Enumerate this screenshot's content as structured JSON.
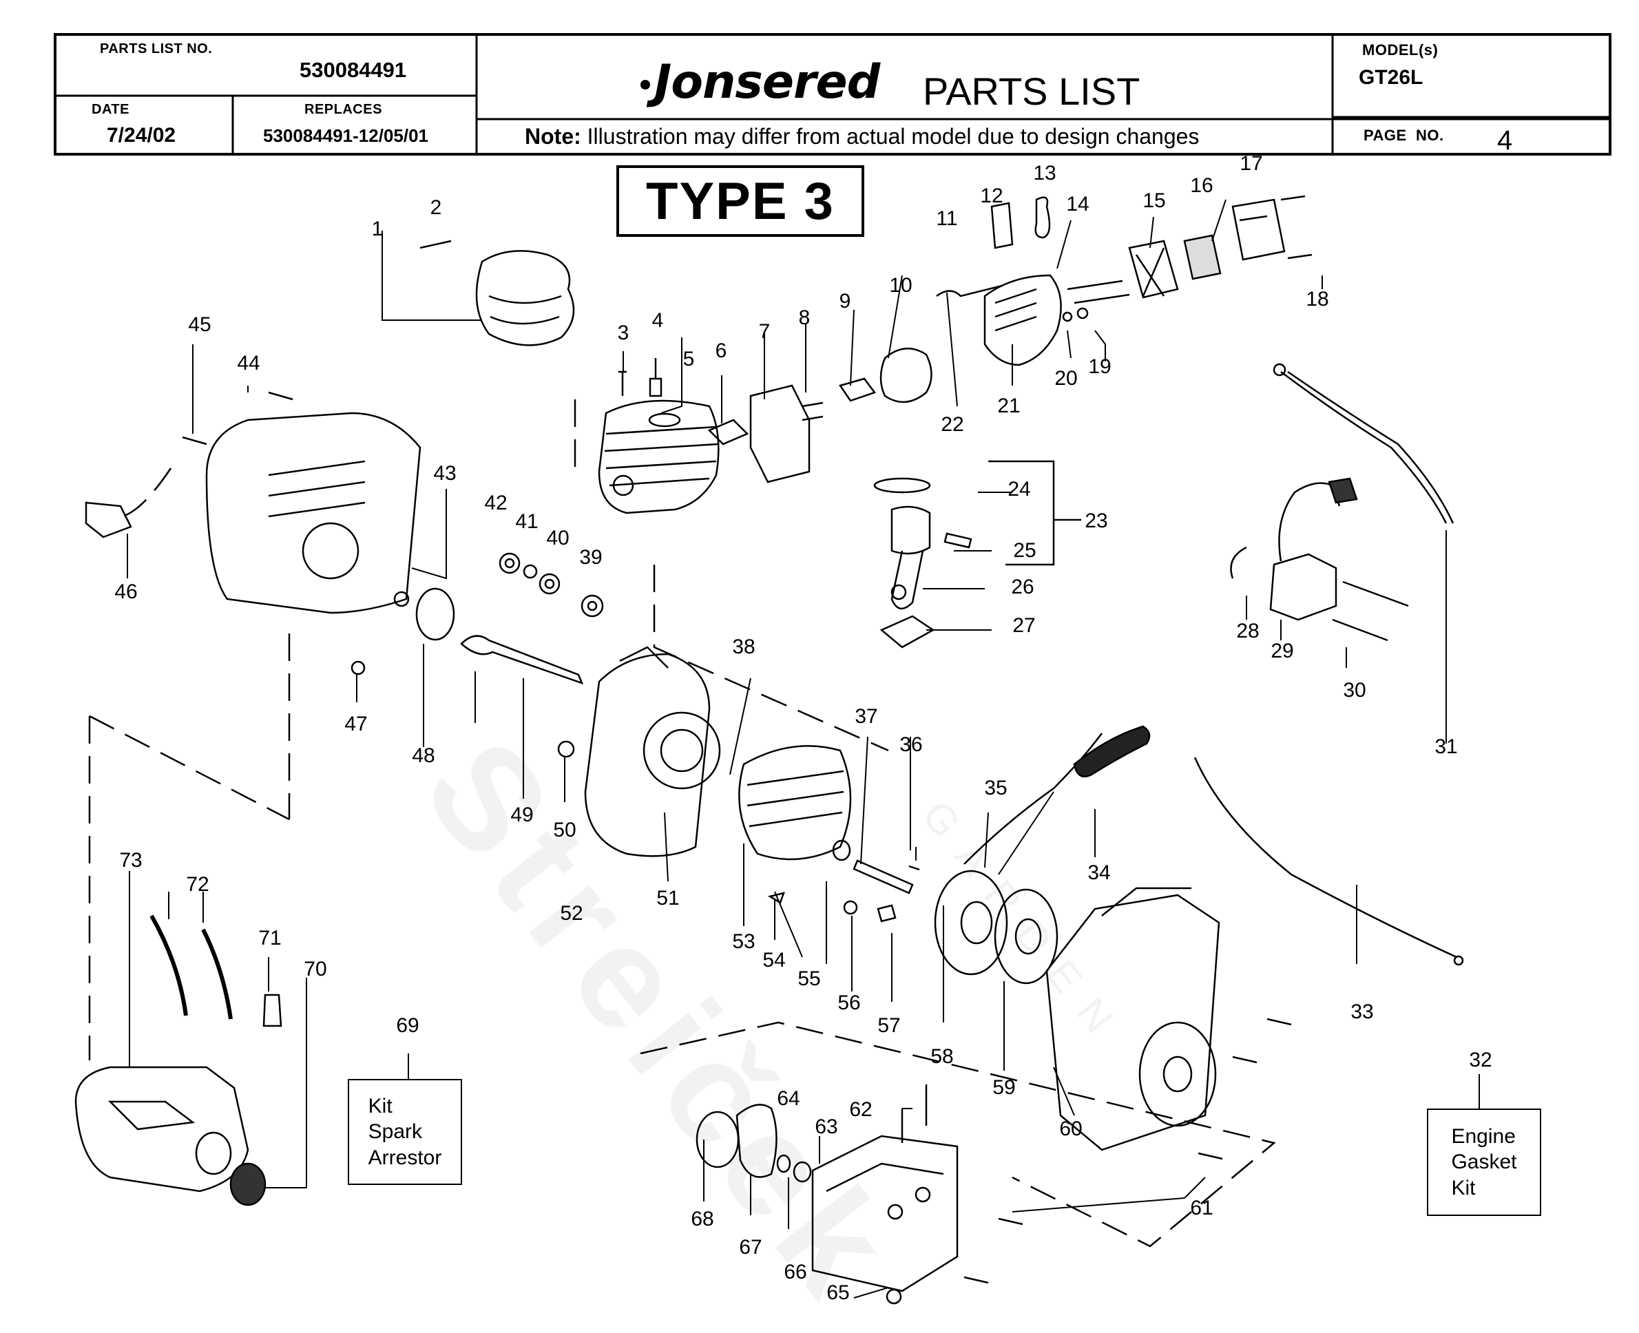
{
  "header": {
    "parts_list_no_label": "PARTS LIST NO.",
    "parts_list_no": "530084491",
    "date_label": "DATE",
    "date": "7/24/02",
    "replaces_label": "REPLACES",
    "replaces": "530084491-12/05/01",
    "brand": "Jonsered",
    "title": "PARTS LIST",
    "note_bold": "Note:",
    "note_text": "Illustration may differ from actual model due to design changes",
    "model_label": "MODEL(s)",
    "model": "GT26L",
    "page_label": "PAGE  NO.",
    "page_no": "4"
  },
  "type_label": "TYPE 3",
  "watermark": "Streiček",
  "watermark_sub": "GARDEN",
  "callouts": [
    "1",
    "2",
    "3",
    "4",
    "5",
    "6",
    "7",
    "8",
    "9",
    "10",
    "11",
    "12",
    "13",
    "14",
    "15",
    "16",
    "17",
    "18",
    "19",
    "20",
    "21",
    "22",
    "23",
    "24",
    "25",
    "26",
    "27",
    "28",
    "29",
    "30",
    "31",
    "33",
    "34",
    "35",
    "36",
    "37",
    "38",
    "39",
    "40",
    "41",
    "42",
    "43",
    "44",
    "45",
    "46",
    "47",
    "48",
    "49",
    "50",
    "51",
    "52",
    "53",
    "54",
    "55",
    "56",
    "57",
    "58",
    "59",
    "60",
    "61",
    "62",
    "63",
    "64",
    "65",
    "66",
    "67",
    "68",
    "70",
    "71",
    "72",
    "73"
  ],
  "kits": {
    "spark": {
      "number": "69",
      "lines": [
        "Kit",
        "Spark",
        "Arrestor"
      ]
    },
    "gasket": {
      "number": "32",
      "lines": [
        "Engine",
        "Gasket",
        "Kit"
      ]
    }
  }
}
